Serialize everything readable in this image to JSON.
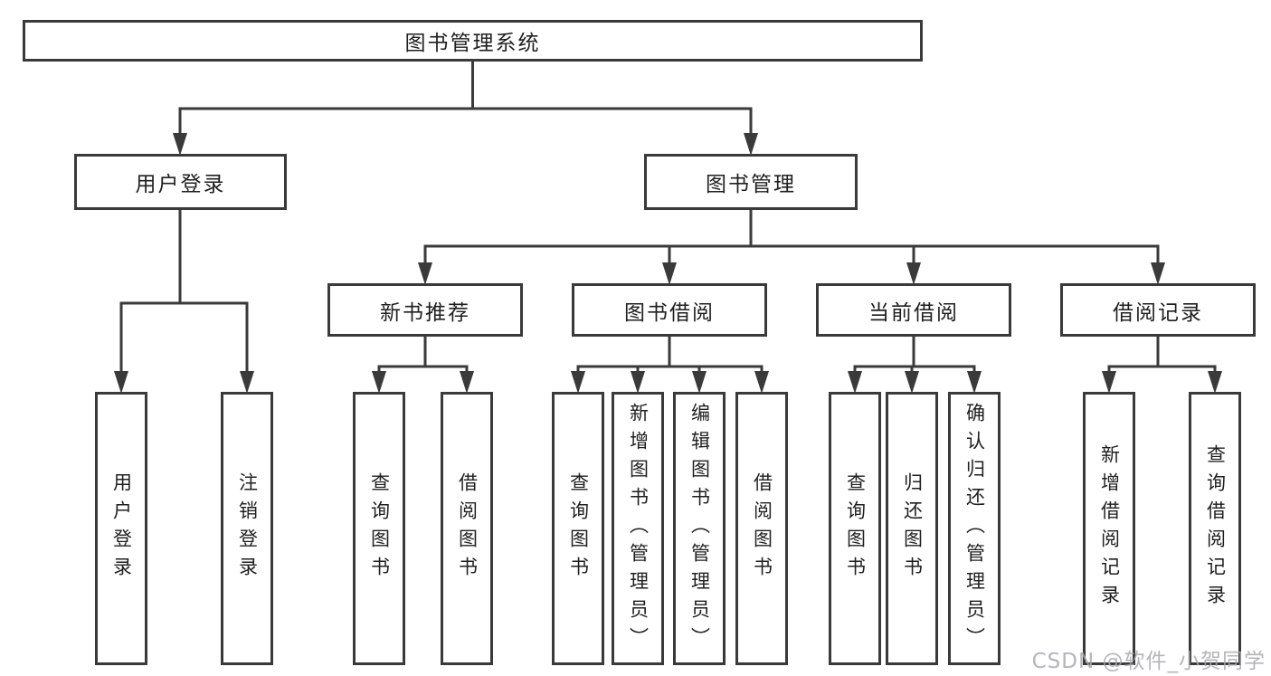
{
  "tree": {
    "label": "图书管理系统",
    "children": [
      {
        "label": "用户登录",
        "children": [
          {
            "label": "用户登录"
          },
          {
            "label": "注销登录"
          }
        ]
      },
      {
        "label": "图书管理",
        "children": [
          {
            "label": "新书推荐",
            "children": [
              {
                "label": "查询图书"
              },
              {
                "label": "借阅图书"
              }
            ]
          },
          {
            "label": "图书借阅",
            "children": [
              {
                "label": "查询图书"
              },
              {
                "label": "新增图书（管理员）"
              },
              {
                "label": "编辑图书（管理员）"
              },
              {
                "label": "借阅图书"
              }
            ]
          },
          {
            "label": "当前借阅",
            "children": [
              {
                "label": "查询图书"
              },
              {
                "label": "归还图书"
              },
              {
                "label": "确认归还（管理员）"
              }
            ]
          },
          {
            "label": "借阅记录",
            "children": [
              {
                "label": "新增借阅记录"
              },
              {
                "label": "查询借阅记录"
              }
            ]
          }
        ]
      }
    ]
  },
  "watermark": {
    "text": "CSDN @软件_小贺同学"
  },
  "colors": {
    "line": "#3a3a3a",
    "box_border": "#3a3a3a",
    "text": "#1f1f1f",
    "background": "#ffffff",
    "watermark": "#a8a8ae"
  }
}
